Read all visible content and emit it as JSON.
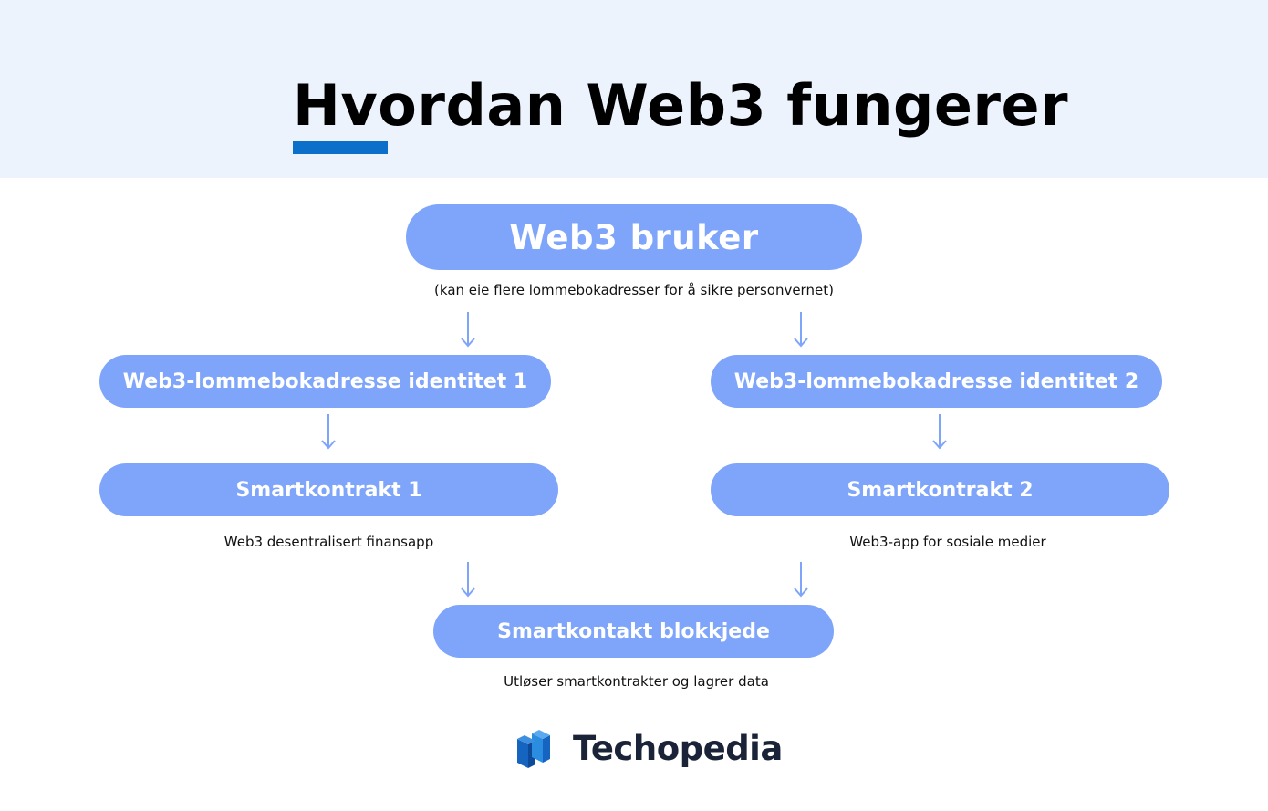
{
  "header": {
    "title": "Hvordan Web3 fungerer",
    "background": "#edf3fc",
    "underline_color": "#0c6fc9"
  },
  "diagram": {
    "pill_color": "#7fa5fb",
    "arrow_color": "#7fa5fb",
    "user": {
      "label": "Web3 bruker",
      "caption": "(kan eie flere lommebokadresser for å sikre personvernet)"
    },
    "wallet_1": {
      "label": "Web3-lommebokadresse identitet 1"
    },
    "wallet_2": {
      "label": "Web3-lommebokadresse identitet 2"
    },
    "contract_1": {
      "label": "Smartkontrakt 1",
      "caption": "Web3 desentralisert finansapp"
    },
    "contract_2": {
      "label": "Smartkontrakt 2",
      "caption": "Web3-app for sosiale medier"
    },
    "blockchain": {
      "label": "Smartkontakt blokkjede",
      "caption": "Utløser smartkontrakter og lagrer data"
    }
  },
  "brand": {
    "name": "Techopedia",
    "icon": "techopedia-logo-icon",
    "colors": [
      "#1565c0",
      "#2b8de0",
      "#1a2338"
    ]
  }
}
